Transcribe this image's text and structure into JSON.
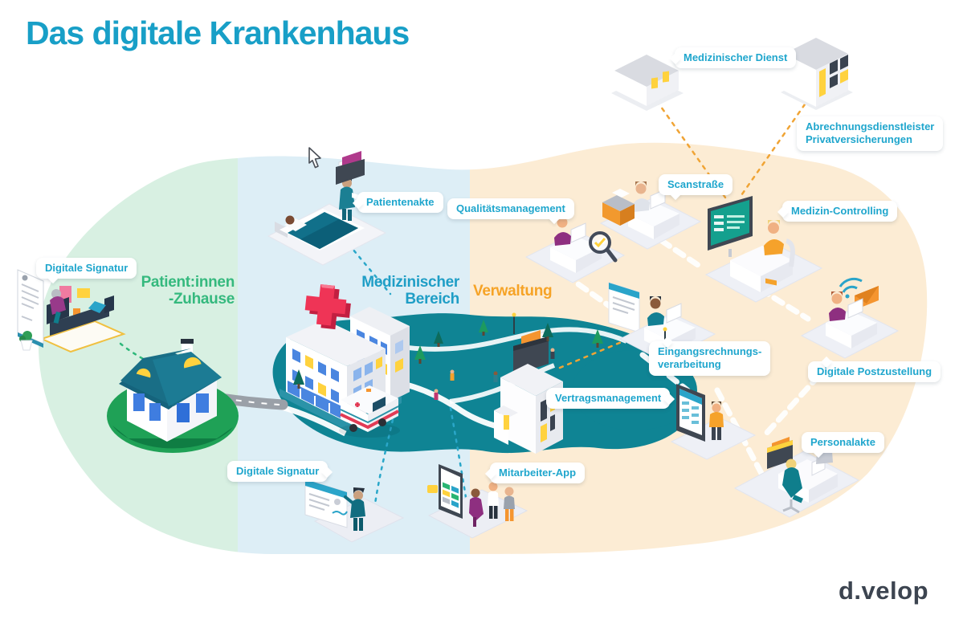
{
  "title": "Das digitale Krankenhaus",
  "brand": {
    "logo_text": "d.velop"
  },
  "zones": {
    "home": {
      "text": "Patient:innen\n-Zuhause",
      "color": "#35b97e"
    },
    "medical": {
      "text": "Medizinischer\nBereich",
      "color": "#1f9ec6"
    },
    "administration": {
      "text": "Verwaltung",
      "color": "#f6a326"
    }
  },
  "callouts": {
    "digitale_signatur_home": "Digitale Signatur",
    "patientenakte": "Patientenakte",
    "qualitaetsmanagement": "Qualitätsmanagement",
    "scanstrasse": "Scanstraße",
    "medizinischer_dienst": "Medizinischer Dienst",
    "abrechnungsdienstleister": "Abrechnungsdienstleister\nPrivatversicherungen",
    "medizin_controlling": "Medizin-Controlling",
    "eingangsrechnungsverarbeitung": "Eingangsrechnungs-\nverarbeitung",
    "digitale_postzustellung": "Digitale Postzustellung",
    "vertragsmanagement": "Vertragsmanagement",
    "digitale_signatur_medizin": "Digitale Signatur",
    "mitarbeiter_app": "Mitarbeiter-App",
    "personalakte": "Personalakte"
  },
  "icons": {
    "cursor": "arrow-pointer"
  },
  "colors": {
    "title": "#189fc7",
    "zone_home_bg": "#d8f0e2",
    "zone_medical_bg": "#ddeef6",
    "zone_admin_bg": "#fcecd4",
    "zone_home_text": "#35b97e",
    "zone_medical_text": "#1f9ec6",
    "zone_admin_text": "#f6a326",
    "callout_text": "#1fa6cd",
    "ground_teal": "#0f8494",
    "connector_orange": "#f0a435",
    "connector_teal": "#2aa7c9",
    "connector_green": "#2eb87a",
    "hospital_cross": "#ef3456",
    "logo": "#3c4450"
  }
}
